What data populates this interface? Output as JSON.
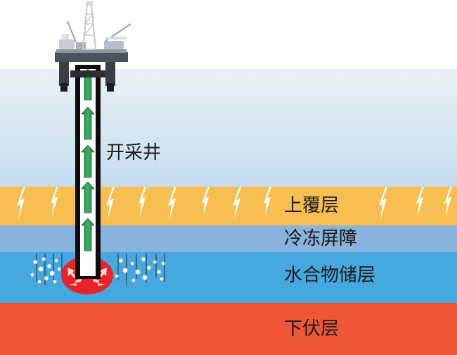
{
  "labels": {
    "well": "开采井",
    "cap_layer": "上覆层",
    "frozen_barrier": "冷冻屏障",
    "hydrate_reservoir": "水合物储层",
    "underlying_layer": "下伏层"
  },
  "colors": {
    "sky": "#ffffff",
    "sea_top": "#e4eef3",
    "sea_bottom": "#c9def0",
    "cap_layer": "#f7bf52",
    "frozen_barrier": "#89b2dc",
    "hydrate_reservoir": "#46a8df",
    "underlying_layer": "#ef5636",
    "well_casing": "#0d0d0d",
    "flow_arrow": "#1d8c3f",
    "heating_zone": "#e8242a"
  },
  "icons": {
    "platform": "offshore-drilling-platform-icon",
    "flow_arrows": "upward-flow-arrow-icon",
    "bubbles": "gas-bubble-icon",
    "heating": "heating-zone-icon"
  }
}
